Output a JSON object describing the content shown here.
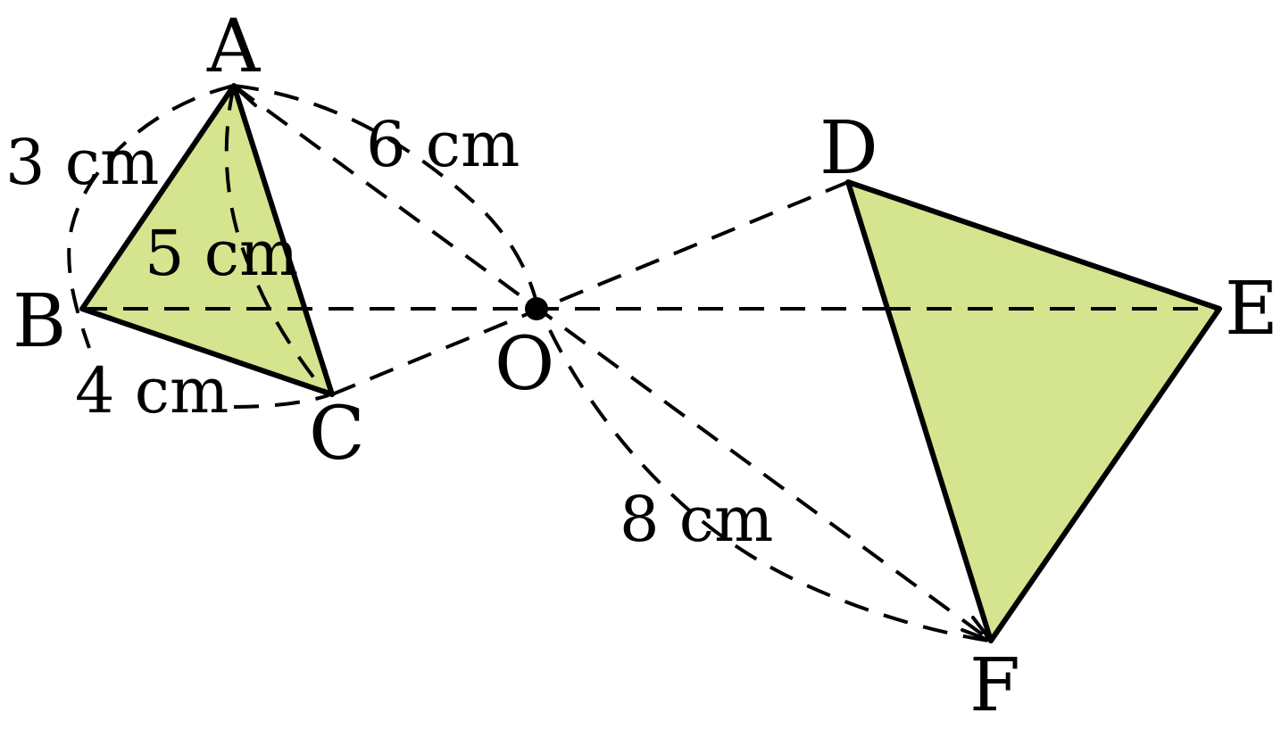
{
  "points": {
    "A": "A",
    "B": "B",
    "C": "C",
    "D": "D",
    "E": "E",
    "F": "F",
    "O": "O"
  },
  "measures": {
    "ab": "3 cm",
    "oa": "6 cm",
    "ac_arc": "5 cm",
    "bc": "4 cm",
    "of": "8 cm"
  },
  "colors": {
    "triangle_fill": "#d5e48e",
    "line": "#000000"
  }
}
